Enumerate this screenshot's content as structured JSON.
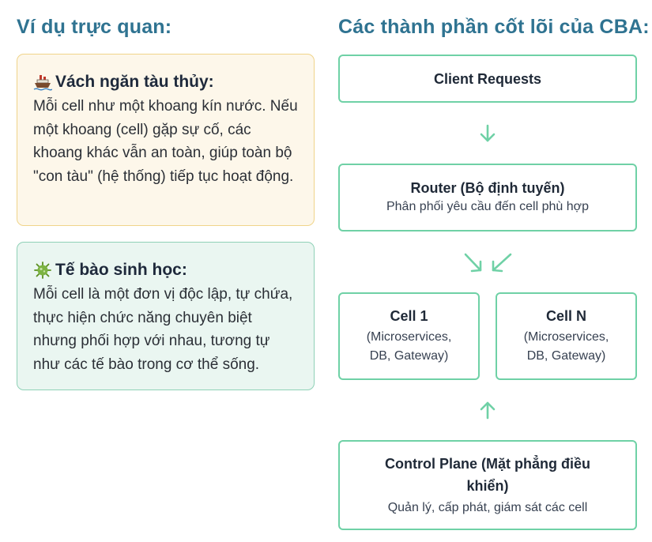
{
  "left_heading": "Ví dụ trực quan:",
  "right_heading": "Các thành phần cốt lõi của CBA:",
  "examples": [
    {
      "icon": "ship-icon",
      "title": "Vách ngăn tàu thủy:",
      "body": "Mỗi cell như một khoang kín nước. Nếu một khoang (cell) gặp sự cố, các khoang khác vẫn an toàn, giúp toàn bộ \"con tàu\" (hệ thống) tiếp tục hoạt động."
    },
    {
      "icon": "microbe-icon",
      "title": "Tế bào sinh học:",
      "body": "Mỗi cell là một đơn vị độc lập, tự chứa, thực hiện chức năng chuyên biệt nhưng phối hợp với nhau, tương tự như các tế bào trong cơ thể sống."
    }
  ],
  "diagram": {
    "client": {
      "title": "Client Requests"
    },
    "router": {
      "title": "Router (Bộ định tuyến)",
      "subtitle": "Phân phối yêu cầu đến cell phù hợp"
    },
    "cell1": {
      "title": "Cell 1",
      "subtitle_line1": "(Microservices,",
      "subtitle_line2": "DB, Gateway)"
    },
    "celln": {
      "title": "Cell N",
      "subtitle_line1": "(Microservices,",
      "subtitle_line2": "DB, Gateway)"
    },
    "control": {
      "title": "Control Plane (Mặt phẳng điều khiển)",
      "subtitle": "Quản lý, cấp phát, giám sát các cell"
    }
  },
  "colors": {
    "heading": "#2f7391",
    "accent_green": "#6fd1a6",
    "ship_card_bg": "#fdf7ea",
    "ship_card_border": "#f0d48a",
    "cell_card_bg": "#eaf6f1",
    "cell_card_border": "#8fd1b7"
  }
}
